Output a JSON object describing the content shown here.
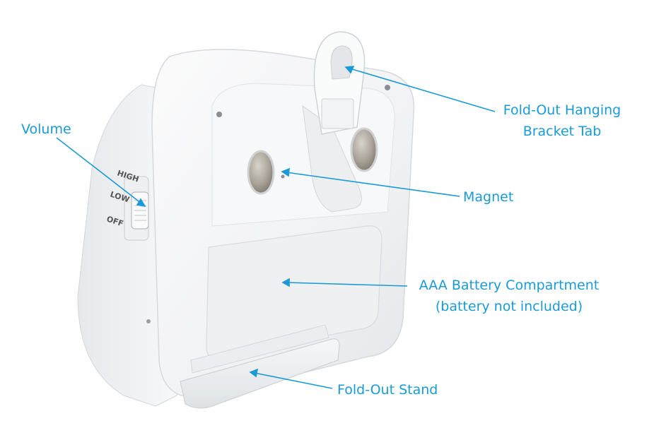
{
  "annotations": {
    "volume": "Volume",
    "bracket_line1": "Fold-Out Hanging",
    "bracket_line2": "Bracket Tab",
    "magnet": "Magnet",
    "battery_line1": "AAA Battery Compartment",
    "battery_line2": "(battery not included)",
    "stand": "Fold-Out Stand"
  },
  "switch_labels": {
    "high": "HIGH",
    "low": "LOW",
    "off": "OFF"
  },
  "colors": {
    "annotation": "#1a9ad6",
    "device_body": "#f4f5f7",
    "device_shadow": "#d9dce0",
    "magnet": "#9a958c"
  }
}
